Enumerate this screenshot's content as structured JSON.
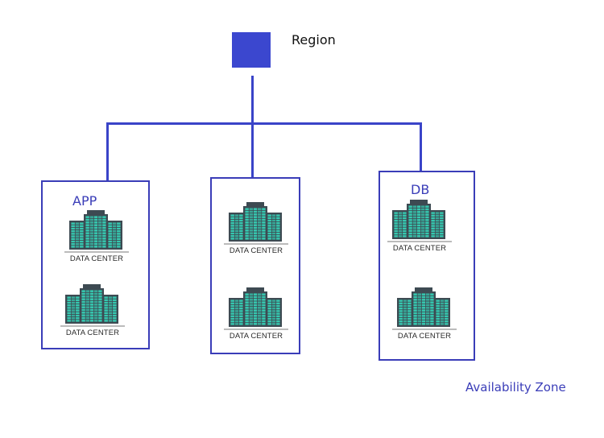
{
  "region": {
    "label": "Region",
    "color": "#3b47cf"
  },
  "zones": [
    {
      "label": "APP",
      "data_centers": [
        "DATA CENTER",
        "DATA CENTER"
      ]
    },
    {
      "label": "",
      "data_centers": [
        "DATA CENTER",
        "DATA CENTER"
      ]
    },
    {
      "label": "DB",
      "data_centers": [
        "DATA CENTER",
        "DATA CENTER"
      ]
    }
  ],
  "caption": "Availability Zone",
  "colors": {
    "line": "#3a44c8",
    "zone_border": "#3a3db8",
    "building_dark": "#3d4a52",
    "building_light": "#35c8b0"
  }
}
